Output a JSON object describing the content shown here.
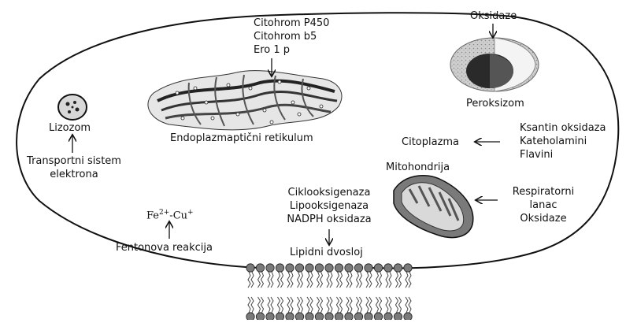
{
  "enzymes_er": [
    "Citohrom P450",
    "Citohrom b5",
    "Ero 1 p"
  ],
  "oxidase_top": "Oksidaze",
  "peroxisome": "Peroksizom",
  "lysosome": "Lizozom",
  "er_label": "Endoplazmaptični retikulum",
  "transport_chain": [
    "Transportni sistem",
    "elektrona"
  ],
  "cytoplasm": "Citoplazma",
  "cytoplasm_sources": [
    "Ksantin oksidaza",
    "Kateholamini",
    "Flavini"
  ],
  "mitochondria": "Mitohondrija",
  "resp_chain": [
    "Respiratorni",
    "lanac",
    "Oksidaze"
  ],
  "membrane_enzymes": [
    "Ciklooksigenaza",
    "Lipooksigenaza",
    "NADPH oksidaza"
  ],
  "lipid_bilayer": "Lipidni dvosloj",
  "fenton_ions": {
    "fe": "Fe",
    "fe_charge": "2+",
    "sep": "-Cu",
    "cu_charge": "+"
  },
  "fenton": "Fentonova reakcija"
}
